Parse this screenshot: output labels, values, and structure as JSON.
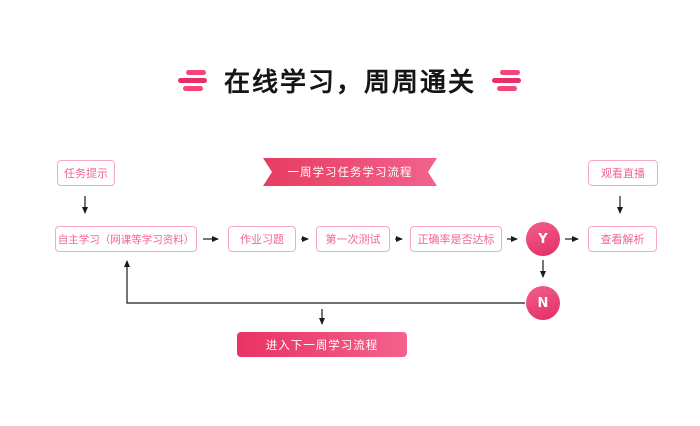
{
  "title": {
    "text": "在线学习，周周通关"
  },
  "icons": {
    "title_decoration": "triple-bars"
  },
  "colors": {
    "accent_pink": "#e62e68",
    "light_pink_border": "#f8a8c2",
    "box_text_pink": "#f2668e",
    "ribbon_gradient_start": "#e73c60",
    "ribbon_gradient_end": "#f2628e",
    "circle_gradient_start": "#f2608c",
    "circle_gradient_end": "#e42d64",
    "arrow_color": "#1a1a1a",
    "title_color": "#151515",
    "background": "#ffffff"
  },
  "flowchart": {
    "side_left": "任务提示",
    "ribbon": "一周学习任务学习流程",
    "side_right": "观看直播",
    "steps": [
      "自主学习（网课等学习资料）",
      "作业习题",
      "第一次测试",
      "正确率是否达标"
    ],
    "decision_yes": "Y",
    "decision_no": "N",
    "result": "查看解析",
    "footer": "进入下一周学习流程"
  }
}
